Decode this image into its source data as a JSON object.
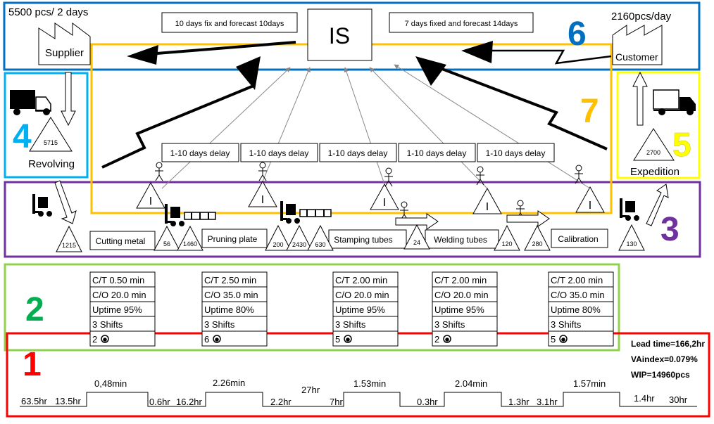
{
  "supplier": {
    "label": "Supplier",
    "demand": "5500 pcs/ 2 days"
  },
  "customer": {
    "label": "Customer",
    "demand": "2160pcs/day"
  },
  "control": {
    "label": "IS",
    "supplier_order": "10 days fix and  forecast 10days",
    "customer_order": "7 days fixed and  forecast 14days"
  },
  "zones": {
    "z1": "1",
    "z2": "2",
    "z3": "3",
    "z4": "4",
    "z5": "5",
    "z6": "6",
    "z7": "7"
  },
  "colors": {
    "z1": "#ff0000",
    "z2": "#92d050",
    "z3": "#7030a0",
    "z4": "#00b0f0",
    "z5": "#ffff00",
    "z6": "#0070c0",
    "z7": "#ffc000"
  },
  "storage": {
    "revolving": {
      "label": "Revolving",
      "qty": "5715"
    },
    "expedition": {
      "label": "Expedition",
      "qty": "2700"
    }
  },
  "delays": [
    "1-10 days delay",
    "1-10 days delay",
    "1-10 days delay",
    "1-10 days delay",
    "1-10 days delay"
  ],
  "kanban_symbol": "I",
  "inventories": {
    "start": "1215",
    "after_cutting": [
      "56",
      "1460"
    ],
    "after_pruning": [
      "200",
      "2430",
      "630"
    ],
    "after_stamping": "24",
    "after_welding": [
      "120",
      "280"
    ],
    "end": "130"
  },
  "processes": [
    {
      "name": "Cutting metal",
      "ct": "C/T  0.50 min",
      "co": "C/O  20.0 min",
      "uptime": "Uptime 95%",
      "shifts": "3 Shifts",
      "operators": "2"
    },
    {
      "name": "Pruning plate",
      "ct": "C/T  2.50 min",
      "co": "C/O  35.0 min",
      "uptime": "Uptime 80%",
      "shifts": "3 Shifts",
      "operators": "6"
    },
    {
      "name": "Stamping tubes",
      "ct": "C/T  2.00 min",
      "co": "C/O  20.0 min",
      "uptime": "Uptime 95%",
      "shifts": "3 Shifts",
      "operators": "5"
    },
    {
      "name": "Welding tubes",
      "ct": "C/T  2.00 min",
      "co": "C/O  20.0 min",
      "uptime": "Uptime 95%",
      "shifts": "3 Shifts",
      "operators": "2"
    },
    {
      "name": "Calibration",
      "ct": "C/T  2.00 min",
      "co": "C/O  35.0 min",
      "uptime": "Uptime 80%",
      "shifts": "3 Shifts",
      "operators": "5"
    }
  ],
  "timeline": {
    "wait": [
      "63.5hr",
      "13.5hr",
      "0.6hr",
      "16.2hr",
      "2.2hr",
      "27hr",
      "7hr",
      "0.3hr",
      "1.3hr",
      "3.1hr",
      "1.4hr",
      "30hr"
    ],
    "process": [
      "0,48min",
      "2.26min",
      "1.53min",
      "2.04min",
      "1.57min"
    ]
  },
  "summary": {
    "lead_time": "Lead time=166,2hr",
    "va_index": "VAindex=0.079%",
    "wip": "WIP=14960pcs"
  }
}
